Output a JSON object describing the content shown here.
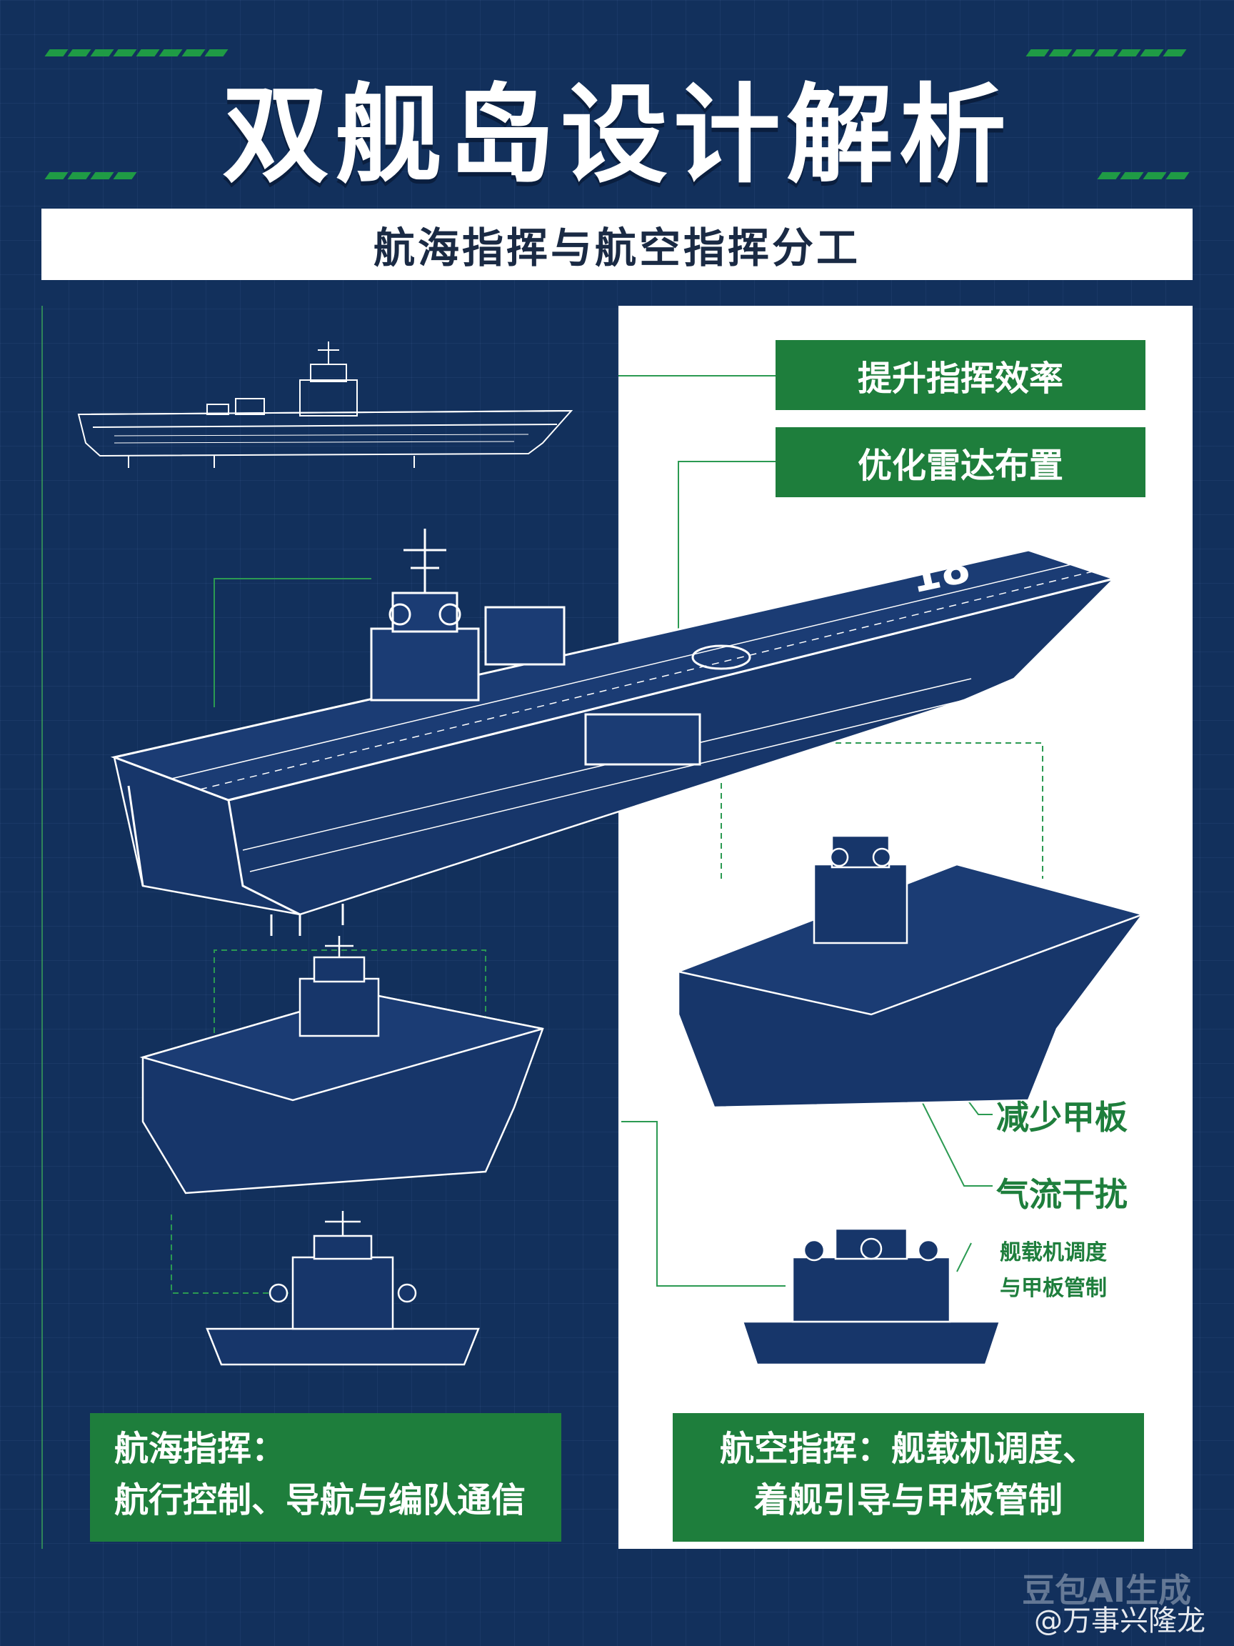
{
  "title": "双舰岛设计解析",
  "subtitle": "航海指挥与航空指挥分工",
  "tags": {
    "efficiency": "提升指挥效率",
    "radar": "优化雷达布置"
  },
  "notes": {
    "deck": "减少甲板",
    "airflow": "气流干扰",
    "small_line1": "舰载机调度",
    "small_line2": "与甲板管制"
  },
  "bottom_left": {
    "line1": "航海指挥：",
    "line2": "航行控制、导航与编队通信"
  },
  "bottom_right": {
    "line1": "航空指挥：舰载机调度、",
    "line2": "着舰引导与甲板管制"
  },
  "hull_number": "18",
  "watermark": "@万事兴隆龙",
  "ai_mark": "豆包AI生成",
  "colors": {
    "background": "#12305c",
    "accent_green": "#1e7e3c",
    "line": "#ffffff"
  }
}
